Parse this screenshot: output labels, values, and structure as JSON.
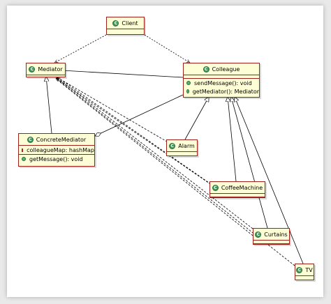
{
  "classes": {
    "client": {
      "name": "Client",
      "badge": "C"
    },
    "mediator": {
      "name": "Mediator",
      "badge": "C"
    },
    "colleague": {
      "name": "Colleague",
      "badge": "C",
      "methods": [
        "sendMessage(): void",
        "getMediator(): Mediator"
      ]
    },
    "concrete_mediator": {
      "name": "ConcreteMediator",
      "badge": "C",
      "fields": [
        "colleagueMap: hashMap"
      ],
      "methods": [
        "getMessage(): void"
      ]
    },
    "alarm": {
      "name": "Alarm",
      "badge": "C"
    },
    "coffee_machine": {
      "name": "CoffeeMachine",
      "badge": "C"
    },
    "curtains": {
      "name": "Curtains",
      "badge": "C"
    },
    "tv": {
      "name": "TV",
      "badge": "C"
    }
  },
  "colors": {
    "box_fill": "#fefed6",
    "box_border": "#a0201c",
    "badge": "#3e9b5c"
  }
}
